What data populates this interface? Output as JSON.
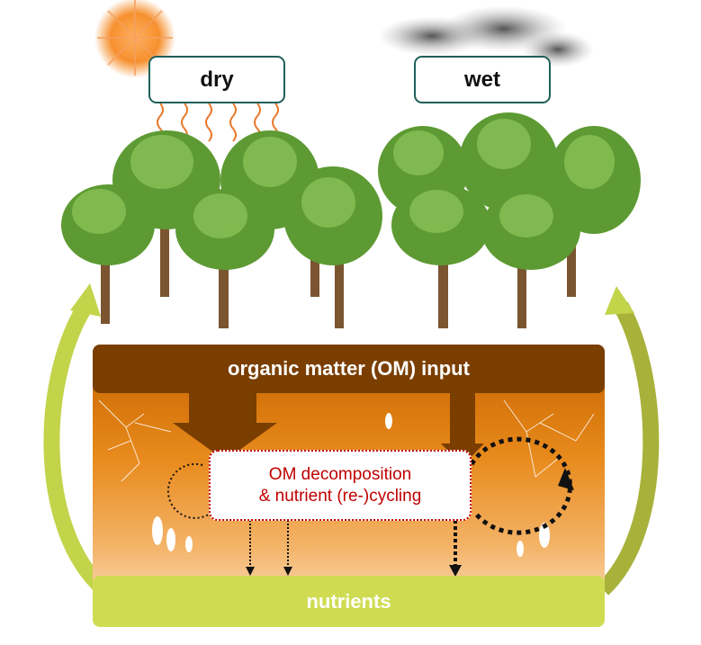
{
  "labels": {
    "dry": "dry",
    "wet": "wet"
  },
  "om_input": "organic matter (OM) input",
  "decomposition": {
    "line1": "OM decomposition",
    "line2": "& nutrient (re-)cycling"
  },
  "nutrients": "nutrients",
  "colors": {
    "brown": "#7a3e00",
    "accent_red": "#c00000",
    "nutrient_green": "#cfdc52",
    "arrow_green": "#c2d44a",
    "tree_green": "#6fae3e"
  }
}
